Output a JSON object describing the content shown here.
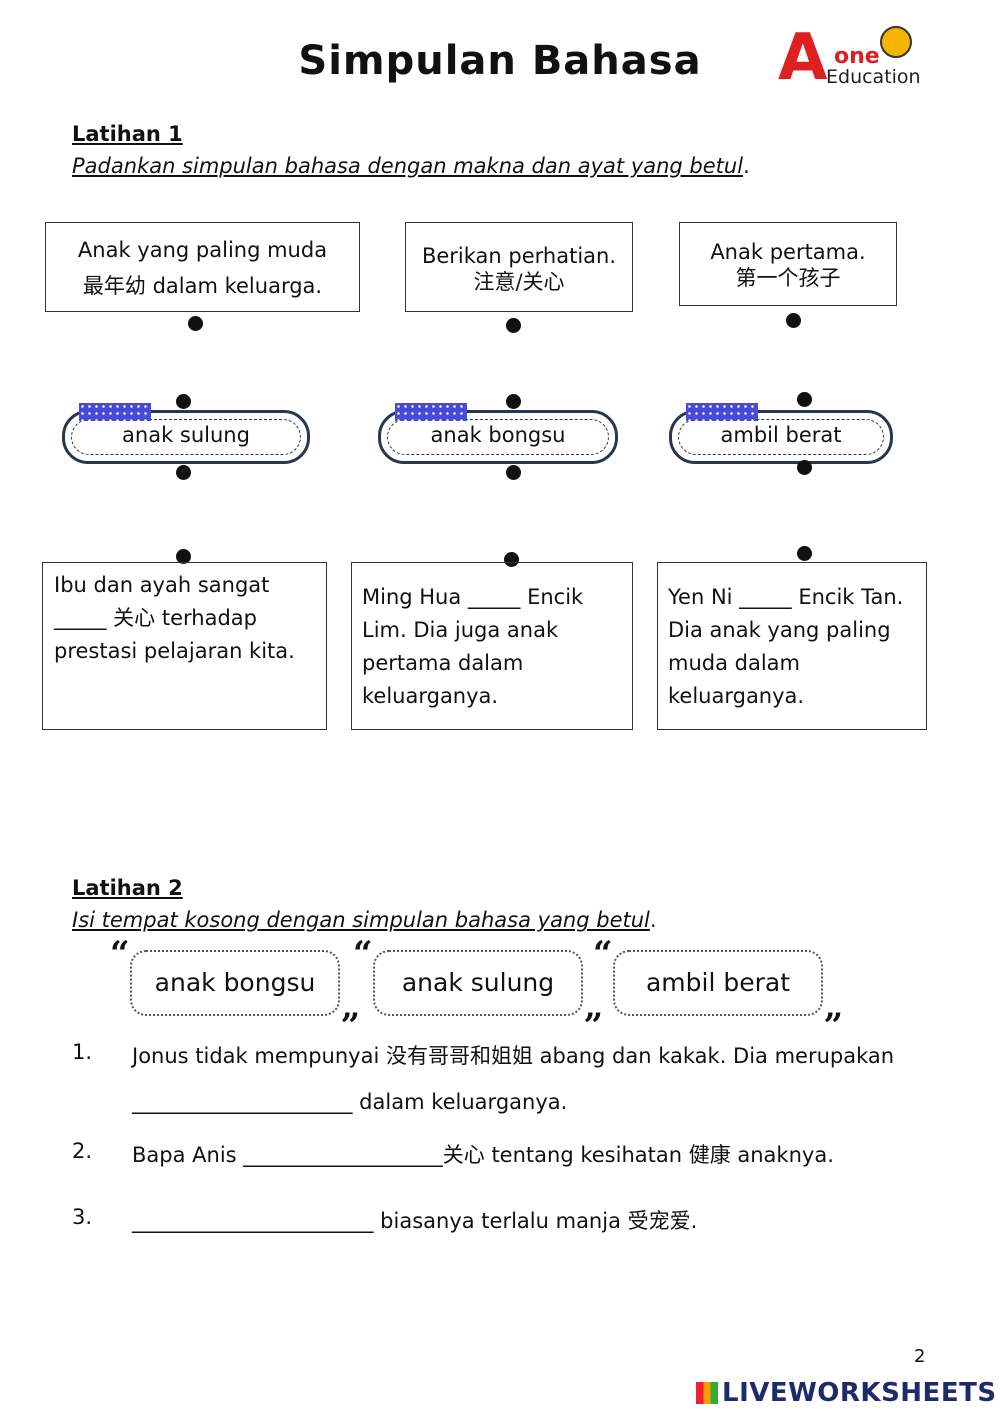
{
  "title": "Simpulan Bahasa",
  "logo": {
    "letter": "A",
    "one": "one",
    "education": "Education"
  },
  "latihan1": {
    "heading": "Latihan 1",
    "instruction": "Padankan simpulan bahasa dengan makna dan ayat yang betul",
    "meanings": [
      {
        "line1": "Anak yang paling muda",
        "line2": "最年幼 dalam keluarga."
      },
      {
        "line1": "Berikan perhatian.",
        "line2": "注意/关心"
      },
      {
        "line1": "Anak pertama.",
        "line2": "第一个孩子"
      }
    ],
    "idioms": [
      "anak sulung",
      "anak bongsu",
      "ambil berat"
    ],
    "sentences": [
      [
        "Ibu dan ayah sangat",
        "_____ 关心 terhadap",
        "prestasi pelajaran kita."
      ],
      [
        "Ming Hua _____ Encik",
        "Lim. Dia juga anak",
        "pertama dalam",
        "keluarganya."
      ],
      [
        "Yen Ni _____ Encik Tan.",
        "Dia anak yang paling",
        "muda dalam",
        "keluarganya."
      ]
    ]
  },
  "latihan2": {
    "heading": "Latihan 2",
    "instruction": "Isi tempat kosong dengan simpulan bahasa yang betul",
    "word_bank": [
      "anak bongsu",
      "anak sulung",
      "ambil berat"
    ],
    "questions": [
      {
        "num": "1.",
        "line1": "Jonus tidak mempunyai 没有哥哥和姐姐 abang dan kakak. Dia merupakan",
        "line2": "_____________________ dalam keluarganya."
      },
      {
        "num": "2.",
        "line1": "Bapa Anis ___________________关心 tentang kesihatan 健康 anaknya."
      },
      {
        "num": "3.",
        "line1": "_______________________ biasanya terlalu manja 受宠爱."
      }
    ]
  },
  "page_number": "2",
  "footer_brand": "LIVEWORKSHEETS"
}
